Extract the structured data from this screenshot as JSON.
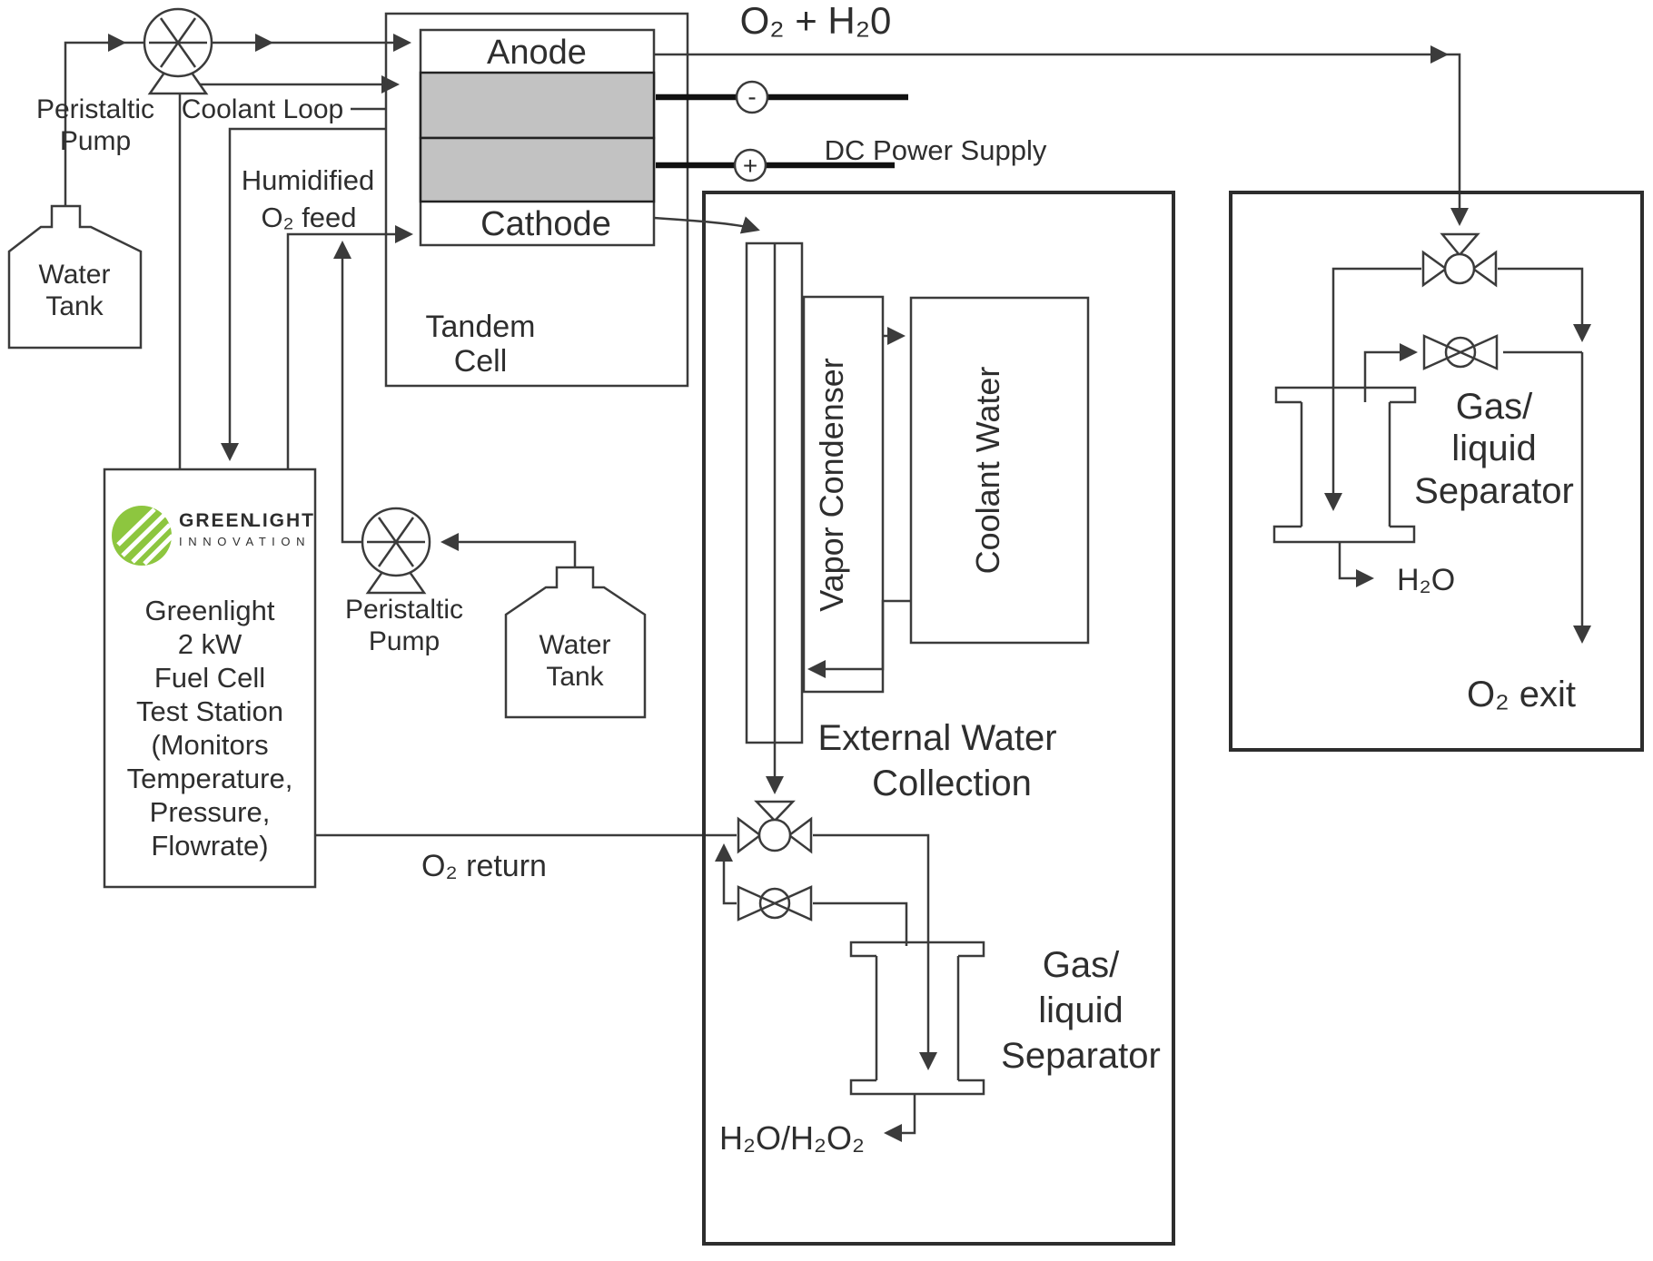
{
  "diagram": {
    "labels": {
      "pump1": [
        "Peristaltic",
        "Pump"
      ],
      "coolant_loop": "Coolant Loop",
      "tank1": [
        "Water",
        "Tank"
      ],
      "humidified_feed": [
        "Humidified",
        "O₂ feed"
      ],
      "cell": {
        "anode": "Anode",
        "cathode": "Cathode",
        "name": [
          "Tandem",
          "Cell"
        ]
      },
      "o2_h2o_out": "O₂ + H₂0",
      "dc_supply": {
        "label": "DC Power Supply",
        "minus": "-",
        "plus": "+"
      },
      "station": {
        "logo": {
          "green": "GREEN",
          "light": "LIGHT",
          "innovation": "I N N O V A T I O N"
        },
        "lines": [
          "Greenlight",
          "2 kW",
          "Fuel Cell",
          "Test Station",
          "(Monitors",
          "Temperature,",
          "Pressure,",
          "Flowrate)"
        ]
      },
      "pump2": [
        "Peristaltic",
        "Pump"
      ],
      "tank2": [
        "Water",
        "Tank"
      ],
      "vapor_condenser": "Vapor Condenser",
      "coolant_water": "Coolant Water",
      "external_collection": [
        "External Water",
        "Collection"
      ],
      "o2_return": "O₂ return",
      "separator_mid": [
        "Gas/",
        "liquid",
        "Separator"
      ],
      "h2o_h2o2": "H₂O/H₂O₂",
      "separator_right": [
        "Gas/",
        "liquid",
        "Separator"
      ],
      "h2o": "H₂O",
      "o2_exit": "O₂ exit"
    },
    "colors": {
      "stroke": "#3b3b3b",
      "electrode_gray": "#c2c2c2",
      "logo_green": "#8dc63f",
      "logo_dark": "#58595b",
      "logo_gray": "#a7a9ac"
    }
  }
}
